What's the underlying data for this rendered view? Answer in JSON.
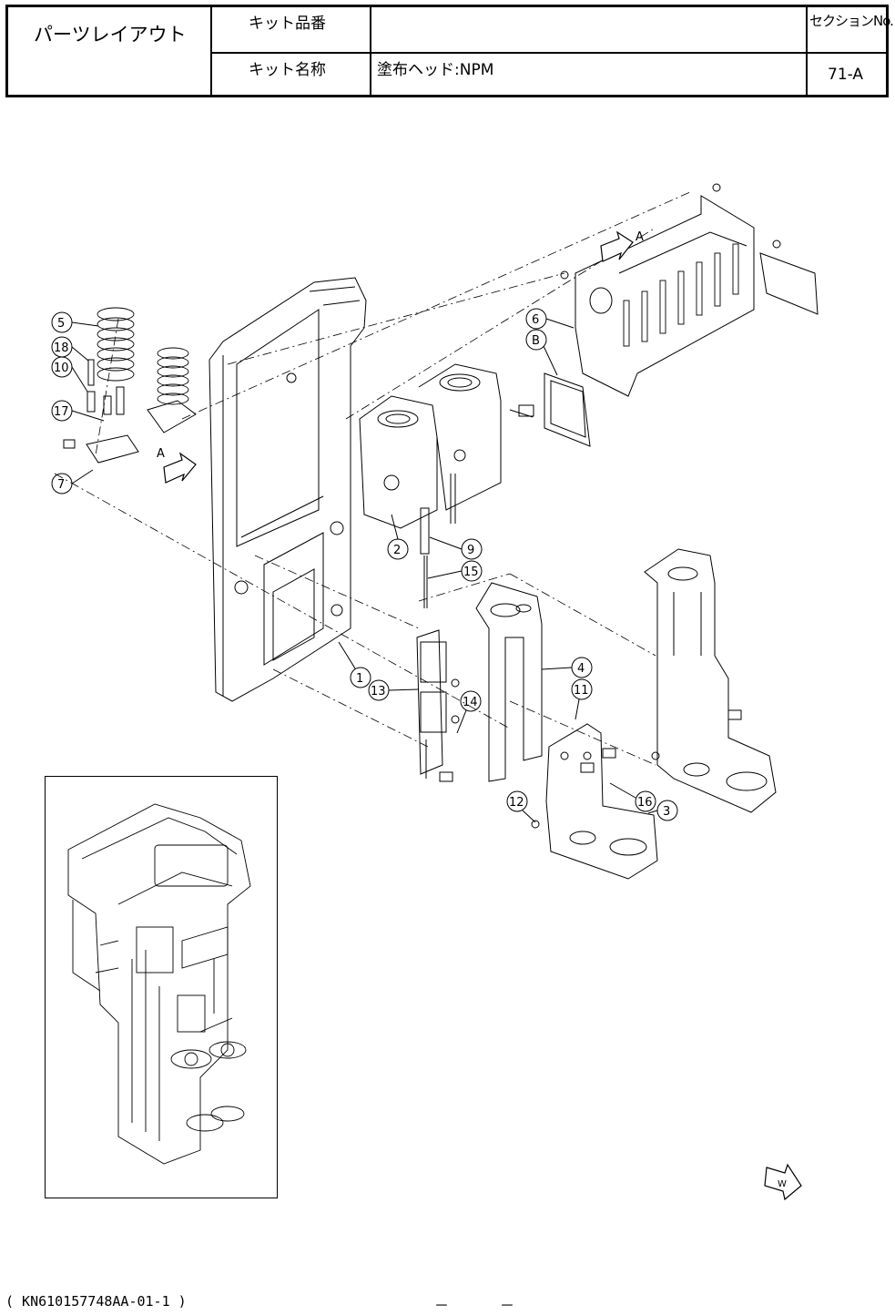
{
  "header": {
    "title": "パーツレイアウト",
    "kit_number_label": "キット品番",
    "kit_number_value": "",
    "kit_name_label": "キット名称",
    "kit_name_value": "塗布ヘッド:NPM",
    "section_label": "セクションNo.",
    "section_value": "71-A"
  },
  "callouts": [
    "5",
    "18",
    "10",
    "17",
    "7",
    "A",
    "A",
    "6",
    "B",
    "2",
    "9",
    "15",
    "1",
    "13",
    "14",
    "4",
    "11",
    "12",
    "16",
    "3"
  ],
  "footer": {
    "doc_code": "( KN610157748AA-01-1 )",
    "page_left": "－",
    "page_right": "－"
  }
}
